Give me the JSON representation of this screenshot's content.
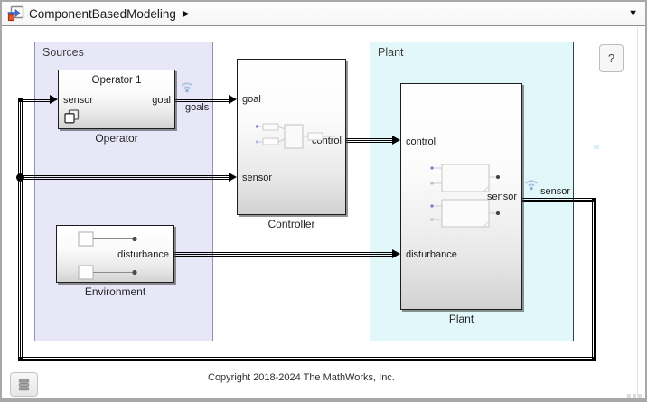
{
  "titlebar": {
    "model_name": "ComponentBasedModeling",
    "breadcrumb_caret": "▶",
    "dropdown_caret": "▼"
  },
  "areas": {
    "sources": {
      "label": "Sources",
      "fill": "#e7e7f8",
      "border": "#9191b8"
    },
    "plant": {
      "label": "Plant",
      "fill": "#e1f7f9",
      "border": "#27494b"
    }
  },
  "blocks": {
    "operator": {
      "title": "Operator 1",
      "caption": "Operator",
      "in_port": "sensor",
      "out_port": "goal"
    },
    "controller": {
      "caption": "Controller",
      "in_port_1": "goal",
      "in_port_2": "sensor",
      "out_port": "control"
    },
    "environment": {
      "caption": "Environment",
      "out_port": "disturbance"
    },
    "plant": {
      "caption": "Plant",
      "in_port_1": "control",
      "in_port_2": "disturbance",
      "out_port": "sensor"
    }
  },
  "wireless_labels": {
    "goals": "goals",
    "sensor": "sensor"
  },
  "footer": {
    "copyright": "Copyright 2018-2024 The MathWorks, Inc."
  },
  "controls": {
    "help_button": "?"
  },
  "icons": {
    "model_badge": "simulink-model-icon",
    "wireless": "wireless-signal-icon",
    "operator_badge": "overlapping-squares-icon",
    "data_toggle": "stacked-discs-icon"
  }
}
